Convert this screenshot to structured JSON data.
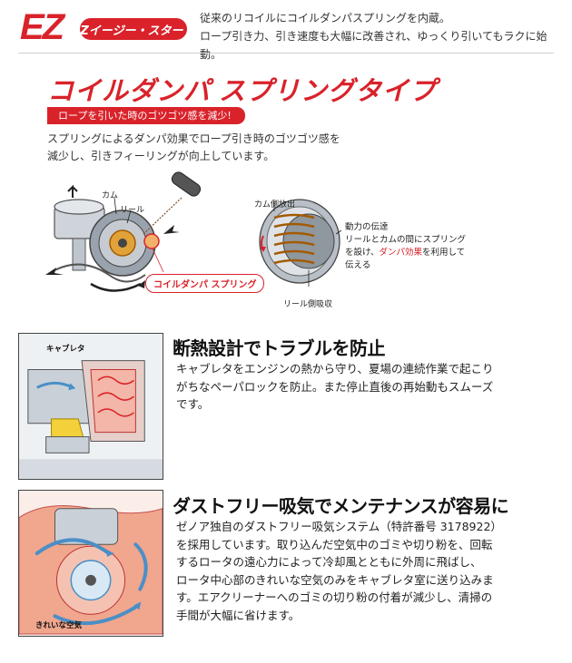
{
  "header": {
    "logo": "EZ",
    "badge": "EZイージー・スタート",
    "description_lines": [
      "従来のリコイルにコイルダンパスプリングを内蔵。",
      "ロープ引き力、引き速度も大幅に改善され、ゆっくり引いてもラクに始動。"
    ]
  },
  "coil_section": {
    "title": "コイルダンパ スプリングタイプ",
    "banner": "ロープを引いた時のゴツゴツ感を減少!",
    "body_lines": [
      "スプリングによるダンパ効果でロープ引き時のゴツゴツ感を",
      "減少し、引きフィーリングが向上しています。"
    ],
    "diagram_labels": {
      "cam": "カム",
      "reel": "リール",
      "coil_damper": "コイルダンパ スプリング",
      "cam_release": "カム側放出",
      "reel_absorb": "リール側吸収",
      "power_transfer_lines": [
        "動力の伝達",
        "リールとカムの間にスプリング",
        "を設け、ダンパ効果を利用して",
        "伝える"
      ],
      "power_transfer_highlight": "ダンパ効果"
    }
  },
  "features": [
    {
      "title": "断熱設計でトラブルを防止",
      "image_label": "キャブレタ",
      "body_lines": [
        "キャブレタをエンジンの熱から守り、夏場の連続作業で起こり",
        "がちなペーパロックを防止。また停止直後の再始動もスムーズ",
        "です。"
      ]
    },
    {
      "title": "ダストフリー吸気でメンテナンスが容易に",
      "image_label": "きれいな空気",
      "body_lines": [
        "ゼノア独自のダストフリー吸気システム（特許番号 3178922）",
        "を採用しています。取り込んだ空気中のゴミや切り粉を、回転",
        "するロータの遠心力によって冷却風とともに外周に飛ばし、",
        "ロータ中心部のきれいな空気のみをキャブレタ室に送り込みま",
        "す。エアクリーナーへのゴミの切り粉の付着が減少し、清掃の",
        "手間が大幅に省けます。"
      ]
    }
  ],
  "colors": {
    "brand_red": "#d9222a",
    "text": "#222222"
  }
}
